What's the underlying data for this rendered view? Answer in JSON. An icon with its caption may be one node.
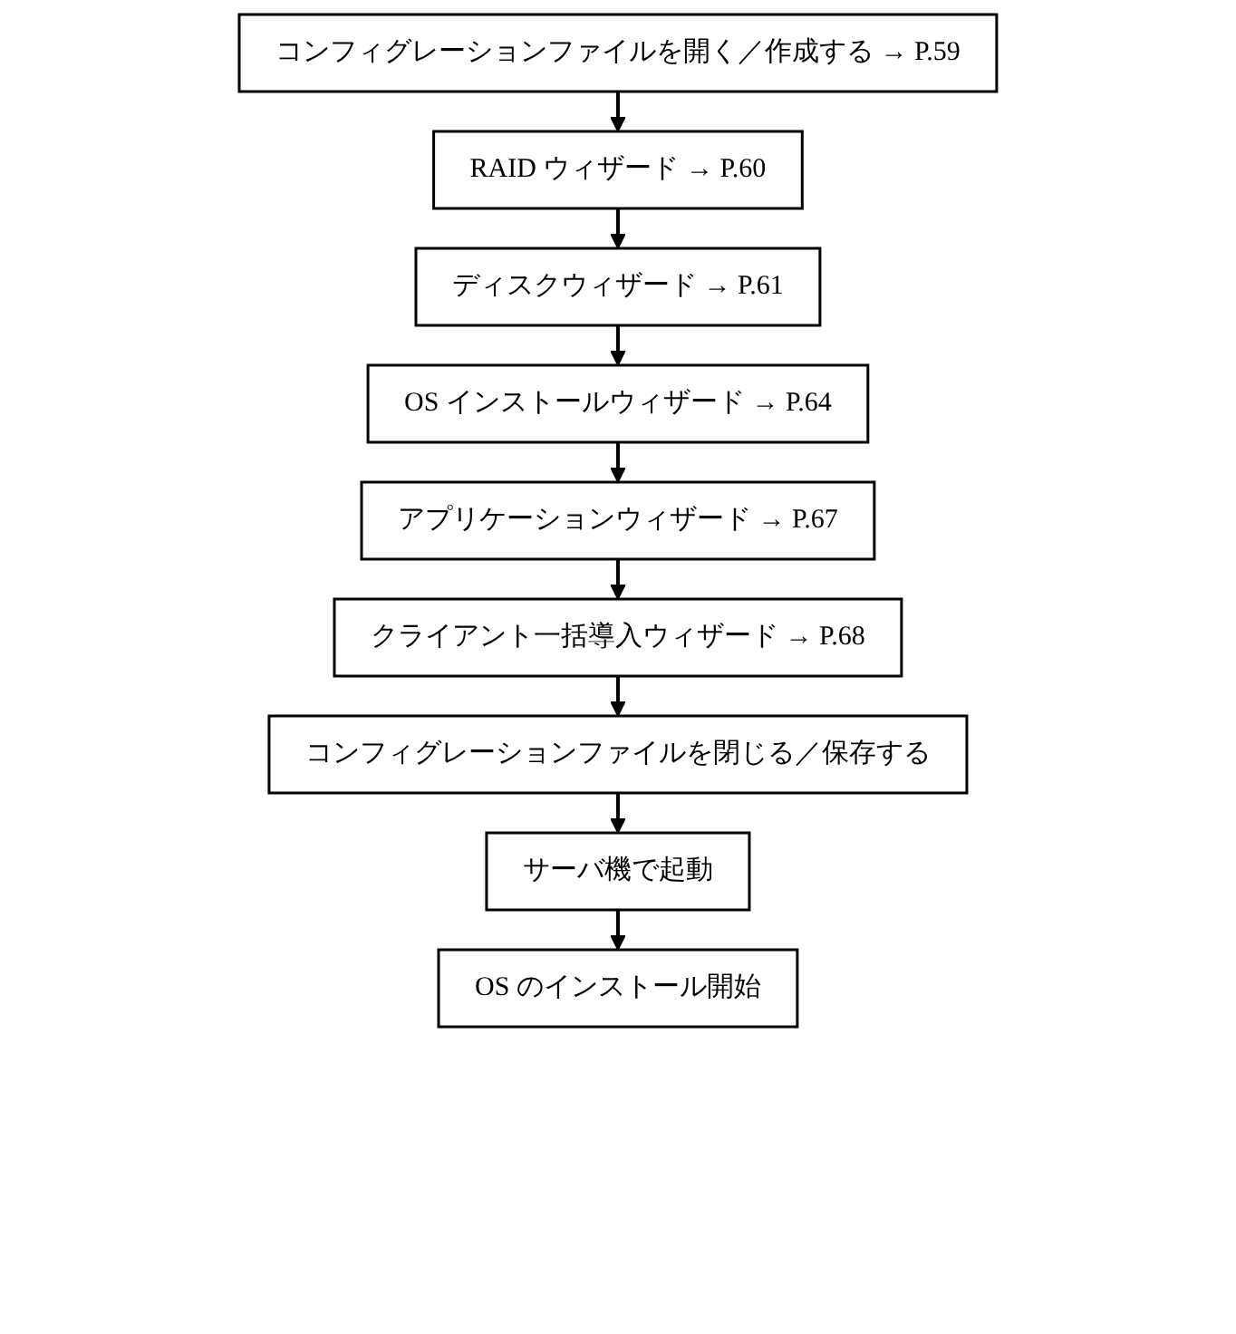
{
  "diagram": {
    "nodes": [
      {
        "text": [
          "コンフィグレーションファイルを開く／作成する → P.59"
        ]
      },
      {
        "text": [
          "RAID ウィザード → P.60"
        ]
      },
      {
        "text": [
          "ディスクウィザード → P.61"
        ]
      },
      {
        "text": [
          "OS インストールウィザード → P.64"
        ]
      },
      {
        "text": [
          "アプリケーションウィザード → P.67"
        ]
      },
      {
        "text": [
          "クライアント一括導入ウィザード → P.68"
        ]
      },
      {
        "text": [
          "コンフィグレーションファイルを閉じる／保存する"
        ]
      },
      {
        "text": [
          "サーバ機で起動"
        ]
      },
      {
        "text": [
          "OS のインストール開始"
        ]
      }
    ],
    "edges": [
      {
        "from": 0,
        "to": 1,
        "arrow": "to"
      },
      {
        "from": 1,
        "to": 2,
        "arrow": "to"
      },
      {
        "from": 2,
        "to": 3,
        "arrow": "to"
      },
      {
        "from": 3,
        "to": 4,
        "arrow": "to"
      },
      {
        "from": 4,
        "to": 5,
        "arrow": "to"
      },
      {
        "from": 5,
        "to": 6,
        "arrow": "to"
      },
      {
        "from": 6,
        "to": 7,
        "arrow": "to"
      },
      {
        "from": 7,
        "to": 8,
        "arrow": "to"
      }
    ]
  }
}
